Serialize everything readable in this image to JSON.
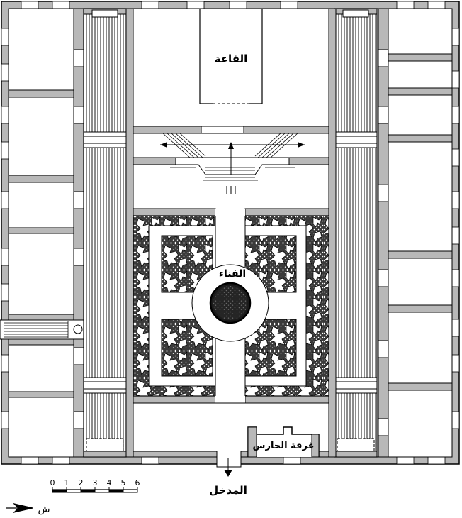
{
  "labels": {
    "hall": "القاعة",
    "courtyard": "الفناء",
    "guard_room": "غرفة الحارس",
    "entrance": "المدخل",
    "north": "ش"
  },
  "scale_bar": {
    "ticks": [
      "0",
      "1",
      "2",
      "3",
      "4",
      "5",
      "6"
    ]
  },
  "colors": {
    "wall": "#b8b8b8",
    "line": "#000000",
    "paper": "#ffffff",
    "mosaic_dark": "#333333",
    "fountain": "#1a1a1a"
  }
}
